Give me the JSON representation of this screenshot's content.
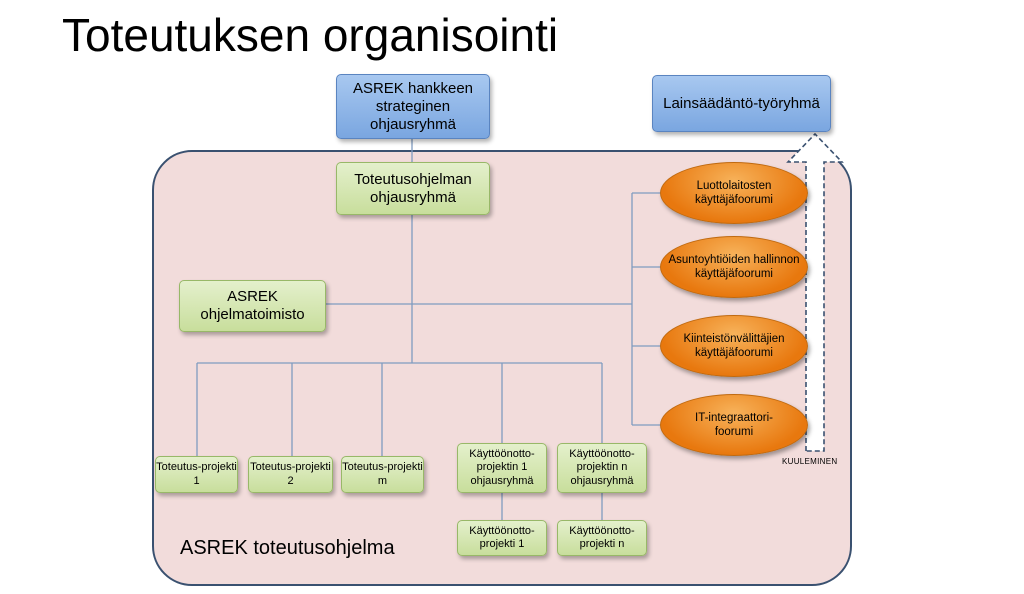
{
  "title": "Toteutuksen organisointi",
  "program_label": "ASREK toteutusohjelma",
  "boxes": {
    "steering": "ASREK hankkeen strateginen ohjausryhmä",
    "legislation": "Lainsäädäntö-työryhmä",
    "program_steering": "Toteutusohjelman ohjausryhmä",
    "program_office": "ASREK ohjelmatoimisto",
    "project1": "Toteutus-projekti 1",
    "project2": "Toteutus-projekti 2",
    "projectm": "Toteutus-projekti m",
    "deploy_steer1": "Käyttöönotto-projektin 1 ohjausryhmä",
    "deploy_steern": "Käyttöönotto-projektin n ohjausryhmä",
    "deploy1": "Käyttöönotto-projekti 1",
    "deployn": "Käyttöönotto-projekti n"
  },
  "forums": {
    "f1": "Luottolaitosten käyttäjäfoorumi",
    "f2": "Asuntoyhtiöiden hallinnon käyttäjäfoorumi",
    "f3": "Kiinteistönvälittäjien käyttäjäfoorumi",
    "f4": "IT-integraattori-foorumi"
  },
  "arrow_label": "KUULEMINEN",
  "colors": {
    "background_panel": "#f2dcdb",
    "blue_box": "#8db3e2",
    "green_box": "#d7e4bd",
    "orange_oval": "#f0901e",
    "line": "#7f9bc0"
  }
}
